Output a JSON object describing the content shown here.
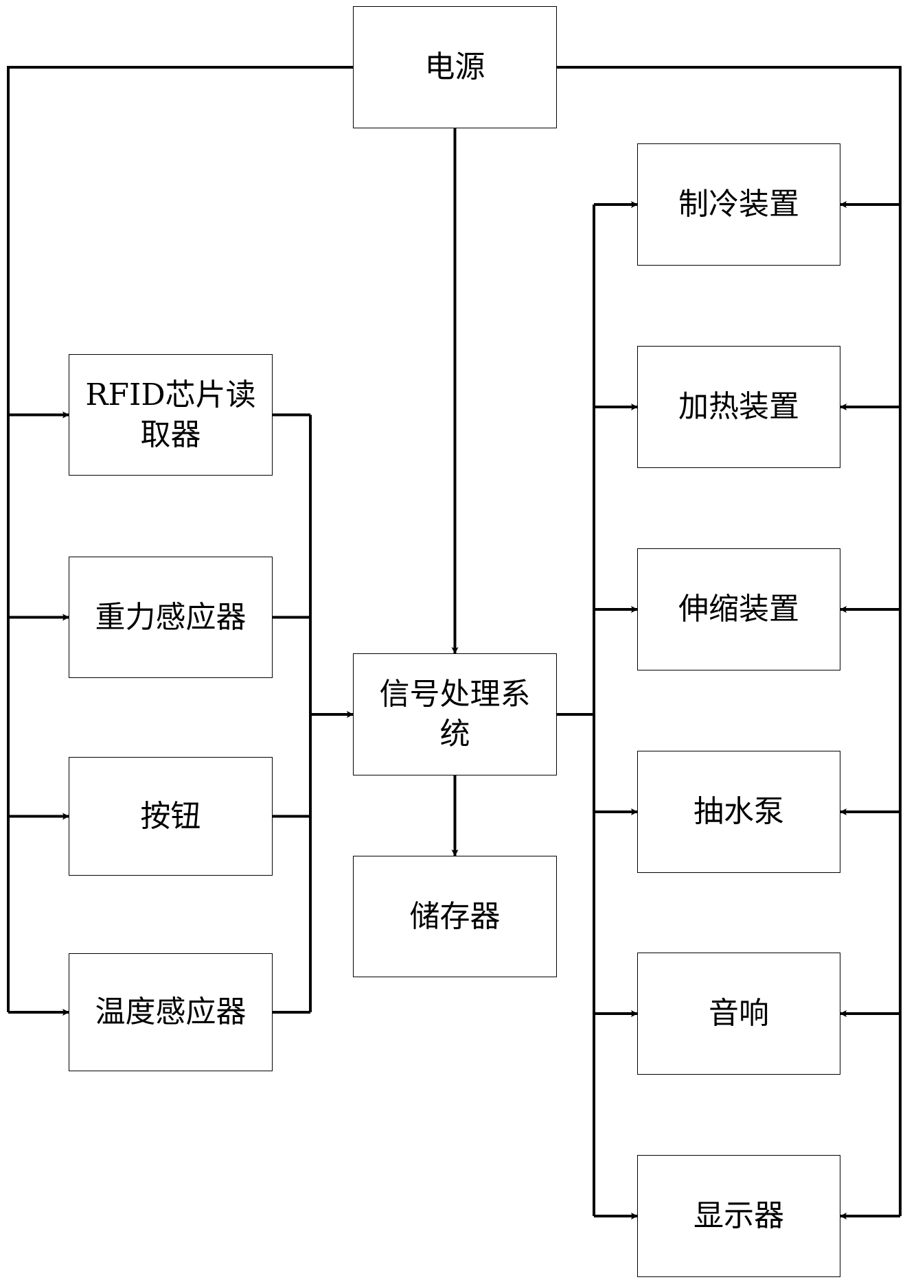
{
  "diagram": {
    "type": "block-diagram",
    "colors": {
      "line": "#000000",
      "box_border": "#000000",
      "background": "#ffffff",
      "text": "#000000"
    },
    "nodes": {
      "power": {
        "label": "电源"
      },
      "rfid": {
        "label": "RFID芯片读取器"
      },
      "gravity": {
        "label": "重力感应器"
      },
      "button": {
        "label": "按钮"
      },
      "temperature": {
        "label": "温度感应器"
      },
      "signal": {
        "label": "信号处理系统"
      },
      "storage": {
        "label": "储存器"
      },
      "cooling": {
        "label": "制冷装置"
      },
      "heating": {
        "label": "加热装置"
      },
      "telescopic": {
        "label": "伸缩装置"
      },
      "pump": {
        "label": "抽水泵"
      },
      "speaker": {
        "label": "音响"
      },
      "display": {
        "label": "显示器"
      }
    },
    "edges": [
      {
        "from": "power",
        "to": "rfid"
      },
      {
        "from": "power",
        "to": "gravity"
      },
      {
        "from": "power",
        "to": "button"
      },
      {
        "from": "power",
        "to": "temperature"
      },
      {
        "from": "power",
        "to": "signal"
      },
      {
        "from": "power",
        "to": "cooling"
      },
      {
        "from": "power",
        "to": "heating"
      },
      {
        "from": "power",
        "to": "telescopic"
      },
      {
        "from": "power",
        "to": "pump"
      },
      {
        "from": "power",
        "to": "speaker"
      },
      {
        "from": "power",
        "to": "display"
      },
      {
        "from": "rfid",
        "to": "signal"
      },
      {
        "from": "gravity",
        "to": "signal"
      },
      {
        "from": "button",
        "to": "signal"
      },
      {
        "from": "temperature",
        "to": "signal"
      },
      {
        "from": "signal",
        "to": "storage"
      },
      {
        "from": "signal",
        "to": "cooling"
      },
      {
        "from": "signal",
        "to": "heating"
      },
      {
        "from": "signal",
        "to": "telescopic"
      },
      {
        "from": "signal",
        "to": "pump"
      },
      {
        "from": "signal",
        "to": "speaker"
      },
      {
        "from": "signal",
        "to": "display"
      }
    ]
  }
}
